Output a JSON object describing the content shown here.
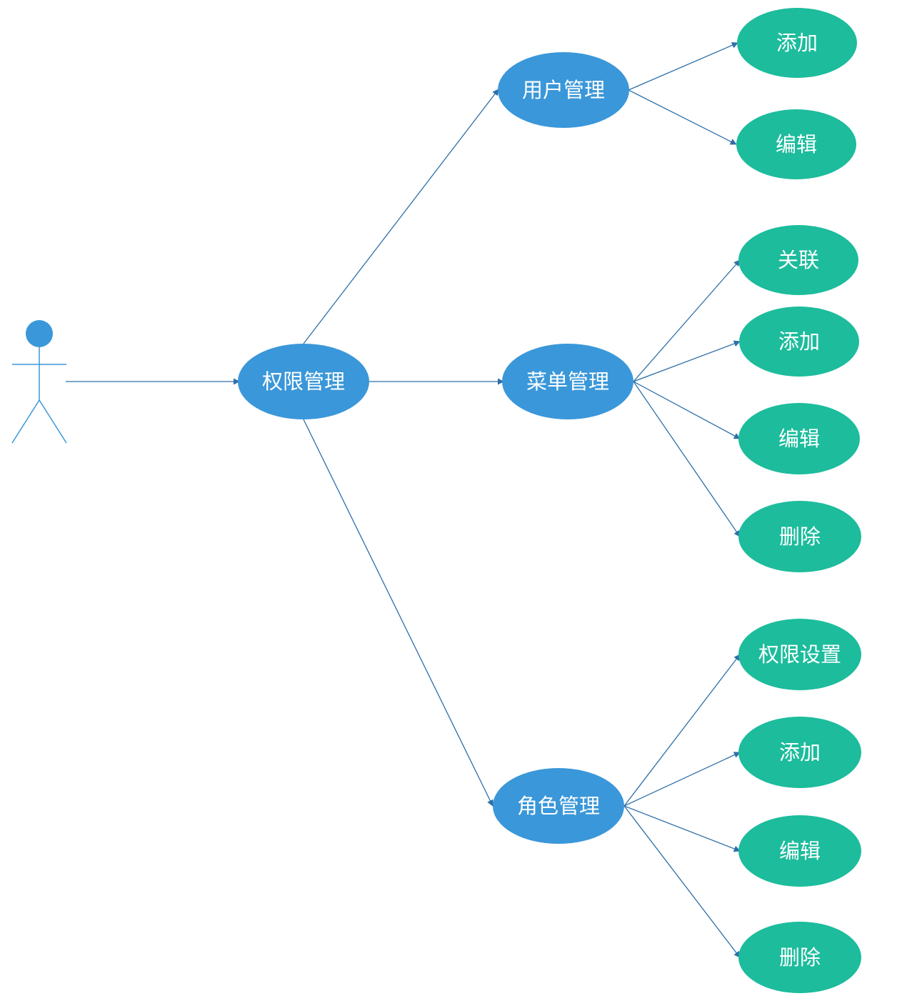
{
  "colors": {
    "primary": "#3a97d9",
    "action": "#1cbc9c",
    "edge": "#2e6fa8",
    "text": "#ffffff"
  },
  "actor": {
    "icon": "actor-icon"
  },
  "root": {
    "label": "权限管理"
  },
  "modules": [
    {
      "label": "用户管理",
      "actions": [
        "添加",
        "编辑"
      ]
    },
    {
      "label": "菜单管理",
      "actions": [
        "关联",
        "添加",
        "编辑",
        "删除"
      ]
    },
    {
      "label": "角色管理",
      "actions": [
        "权限设置",
        "添加",
        "编辑",
        "删除"
      ]
    }
  ]
}
